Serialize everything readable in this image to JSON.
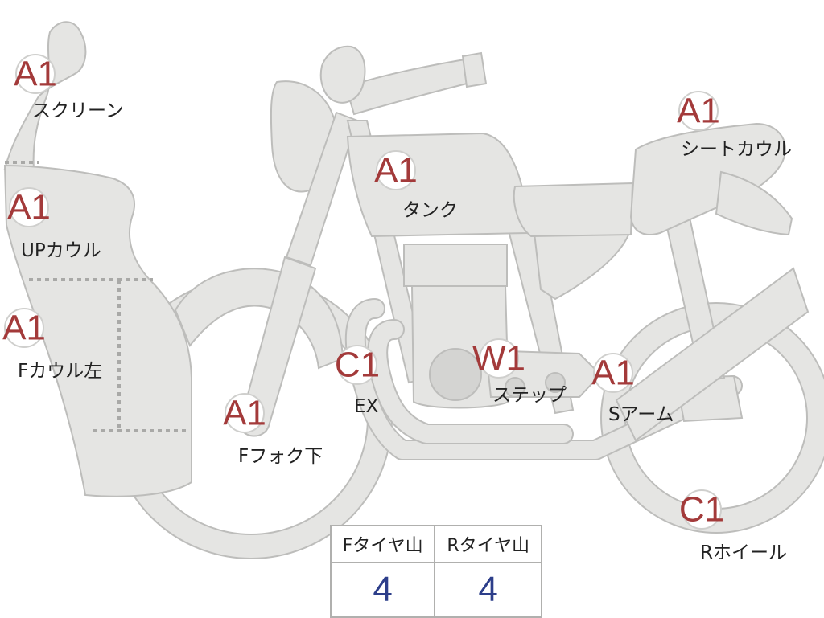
{
  "parts": [
    {
      "id": "screen",
      "grade": "A1",
      "label": "スクリーン"
    },
    {
      "id": "up-cowl",
      "grade": "A1",
      "label": "UPカウル"
    },
    {
      "id": "f-cowl-left",
      "grade": "A1",
      "label": "Fカウル左"
    },
    {
      "id": "f-fork-lower",
      "grade": "A1",
      "label": "Fフォク下"
    },
    {
      "id": "ex",
      "grade": "C1",
      "label": "EX"
    },
    {
      "id": "tank",
      "grade": "A1",
      "label": "タンク"
    },
    {
      "id": "step",
      "grade": "W1",
      "label": "ステップ"
    },
    {
      "id": "s-arm",
      "grade": "A1",
      "label": "Sアーム"
    },
    {
      "id": "seat-cowl",
      "grade": "A1",
      "label": "シートカウル"
    },
    {
      "id": "r-wheel",
      "grade": "C1",
      "label": "Rホイール"
    }
  ],
  "tread_table": {
    "headers": [
      "Fタイヤ山",
      "Rタイヤ山"
    ],
    "values": [
      "4",
      "4"
    ]
  }
}
